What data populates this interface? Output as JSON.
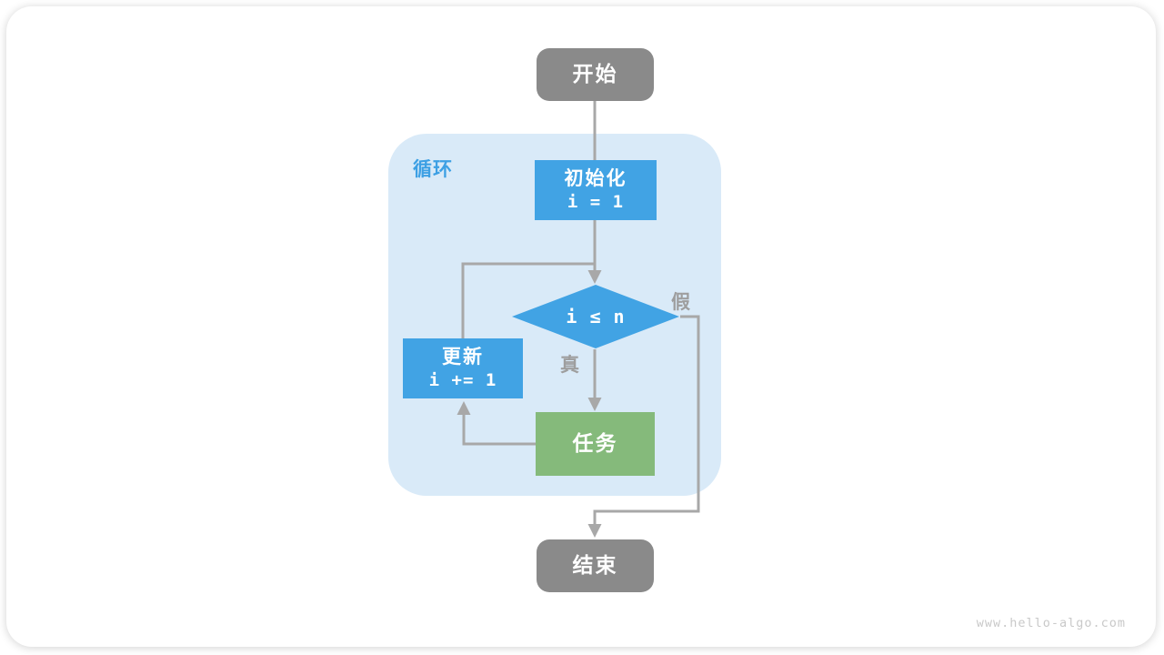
{
  "colors": {
    "node_gray": "#8a8a8a",
    "node_blue": "#41a3e4",
    "node_green": "#85ba7b",
    "loop_bg": "#d9eaf8",
    "line_gray": "#a8a8a8",
    "loop_label_blue": "#3da0e4",
    "branch_label_gray": "#9e9e9e",
    "watermark_gray": "#c9c9c9",
    "node_text": "#ffffff"
  },
  "flowchart": {
    "start": {
      "label": "开始"
    },
    "loop_label": "循环",
    "init": {
      "line1": "初始化",
      "line2": "i = 1"
    },
    "condition": {
      "label": "i ≤ n"
    },
    "branch_false": "假",
    "branch_true": "真",
    "update": {
      "line1": "更新",
      "line2": "i += 1"
    },
    "task": {
      "label": "任务"
    },
    "end": {
      "label": "结束"
    }
  },
  "watermark": "www.hello-algo.com"
}
